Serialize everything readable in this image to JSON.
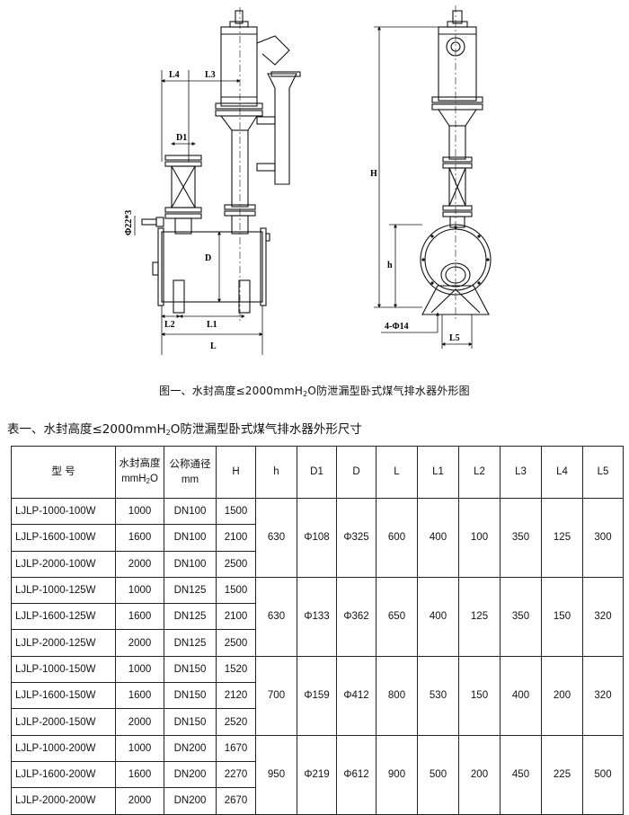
{
  "drawing": {
    "labels": {
      "L4": "L4",
      "L3": "L3",
      "D1": "D1",
      "phi22": "Φ22*3",
      "D": "D",
      "L2": "L2",
      "L1": "L1",
      "L": "L",
      "H": "H",
      "h": "h",
      "bolt": "4-Φ14",
      "L5": "L5"
    }
  },
  "figure_caption": {
    "pre": "图一、水封高度≤2000mmH",
    "sub": "2",
    "post": "O防泄漏型卧式煤气排水器外形图"
  },
  "table_title": {
    "pre": "表一、水封高度≤2000mmH",
    "sub": "2",
    "post": "O防泄漏型卧式煤气排水器外形尺寸"
  },
  "table": {
    "headers": {
      "model": "型 号",
      "seal_line1": "水封高度",
      "seal_line2": "mmH",
      "seal_sub": "2",
      "seal_post": "O",
      "dn_line1": "公称通径",
      "dn_line2": "mm",
      "H": "H",
      "h": "h",
      "D1": "D1",
      "D": "D",
      "L": "L",
      "L1": "L1",
      "L2": "L2",
      "L3": "L3",
      "L4": "L4",
      "L5": "L5"
    },
    "groups": [
      {
        "rows": [
          {
            "model": "LJLP-1000-100W",
            "seal": "1000",
            "dn": "DN100",
            "H": "1500"
          },
          {
            "model": "LJLP-1600-100W",
            "seal": "1600",
            "dn": "DN100",
            "H": "2100"
          },
          {
            "model": "LJLP-2000-100W",
            "seal": "2000",
            "dn": "DN100",
            "H": "2500"
          }
        ],
        "h": "630",
        "D1": "Φ108",
        "D": "Φ325",
        "L": "600",
        "L1": "400",
        "L2": "100",
        "L3": "350",
        "L4": "125",
        "L5": "300"
      },
      {
        "rows": [
          {
            "model": "LJLP-1000-125W",
            "seal": "1000",
            "dn": "DN125",
            "H": "1500"
          },
          {
            "model": "LJLP-1600-125W",
            "seal": "1600",
            "dn": "DN125",
            "H": "2100"
          },
          {
            "model": "LJLP-2000-125W",
            "seal": "2000",
            "dn": "DN125",
            "H": "2500"
          }
        ],
        "h": "630",
        "D1": "Φ133",
        "D": "Φ362",
        "L": "650",
        "L1": "400",
        "L2": "125",
        "L3": "350",
        "L4": "150",
        "L5": "320"
      },
      {
        "rows": [
          {
            "model": "LJLP-1000-150W",
            "seal": "1000",
            "dn": "DN150",
            "H": "1520"
          },
          {
            "model": "LJLP-1600-150W",
            "seal": "1600",
            "dn": "DN150",
            "H": "2120"
          },
          {
            "model": "LJLP-2000-150W",
            "seal": "2000",
            "dn": "DN150",
            "H": "2520"
          }
        ],
        "h": "700",
        "D1": "Φ159",
        "D": "Φ412",
        "L": "800",
        "L1": "530",
        "L2": "150",
        "L3": "400",
        "L4": "200",
        "L5": "320"
      },
      {
        "rows": [
          {
            "model": "LJLP-1000-200W",
            "seal": "1000",
            "dn": "DN200",
            "H": "1670"
          },
          {
            "model": "LJLP-1600-200W",
            "seal": "1600",
            "dn": "DN200",
            "H": "2270"
          },
          {
            "model": "LJLP-2000-200W",
            "seal": "2000",
            "dn": "DN200",
            "H": "2670"
          }
        ],
        "h": "950",
        "D1": "Φ219",
        "D": "Φ612",
        "L": "900",
        "L1": "500",
        "L2": "200",
        "L3": "450",
        "L4": "225",
        "L5": "500"
      }
    ]
  }
}
